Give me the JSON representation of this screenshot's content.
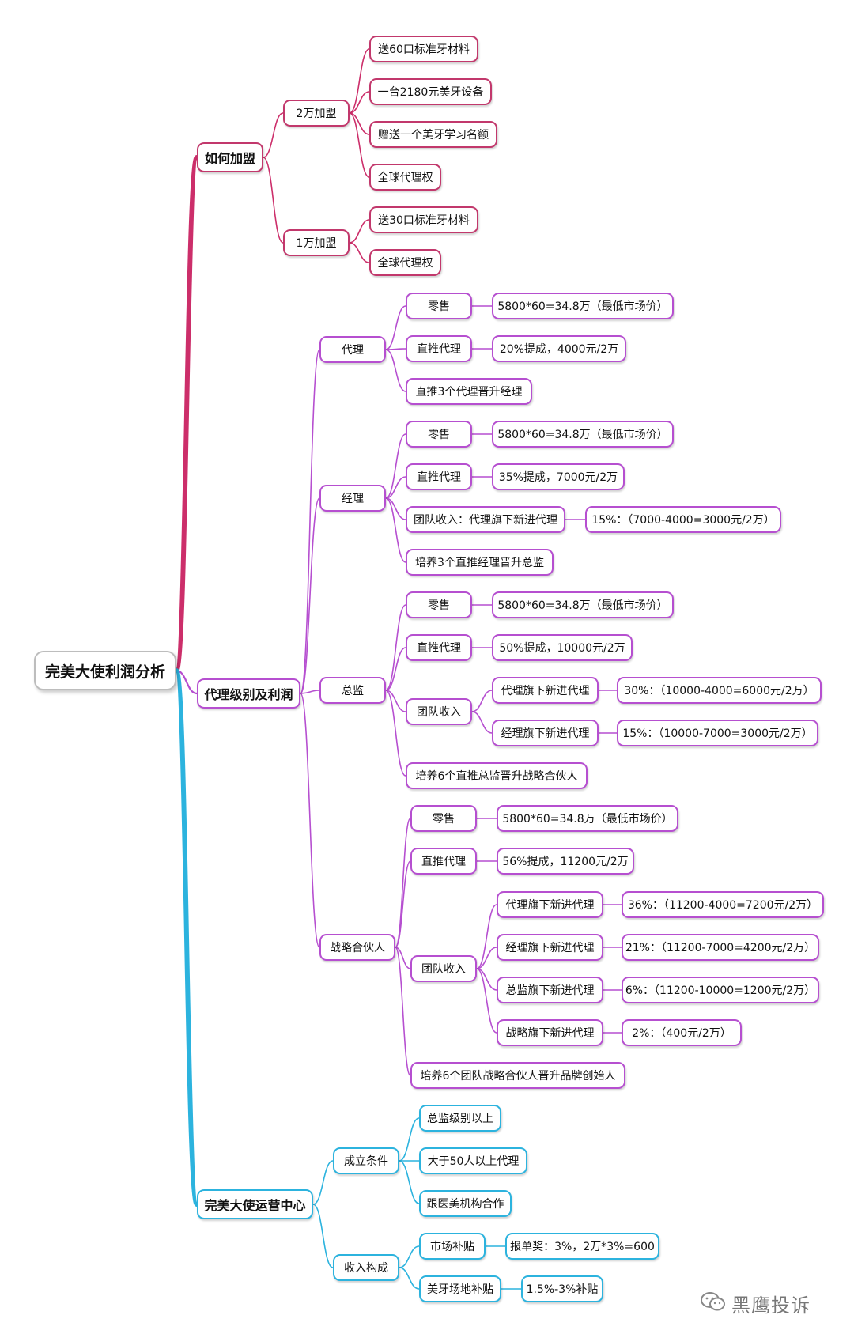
{
  "colors": {
    "pink": "#cc2e6a",
    "purple": "#b64fd0",
    "cyan": "#2cb3de",
    "root_border": "#bdbdbd"
  },
  "root": {
    "label": "完美大使利润分析"
  },
  "branch1": {
    "label": "如何加盟",
    "tier_20k": {
      "label": "2万加盟",
      "items": [
        "送60口标准牙材料",
        "一台2180元美牙设备",
        "赠送一个美牙学习名额",
        "全球代理权"
      ]
    },
    "tier_10k": {
      "label": "1万加盟",
      "items": [
        "送30口标准牙材料",
        "全球代理权"
      ]
    }
  },
  "branch2": {
    "label": "代理级别及利润",
    "agent": {
      "label": "代理",
      "retail": "零售",
      "retail_value": "5800*60=34.8万（最低市场价）",
      "direct": "直推代理",
      "direct_value": "20%提成，4000元/2万",
      "promote": "直推3个代理晋升经理"
    },
    "manager": {
      "label": "经理",
      "retail": "零售",
      "retail_value": "5800*60=34.8万（最低市场价）",
      "direct": "直推代理",
      "direct_value": "35%提成，7000元/2万",
      "team": "团队收入：代理旗下新进代理",
      "team_value": "15%：（7000-4000=3000元/2万）",
      "promote": "培养3个直推经理晋升总监"
    },
    "director": {
      "label": "总监",
      "retail": "零售",
      "retail_value": "5800*60=34.8万（最低市场价）",
      "direct": "直推代理",
      "direct_value": "50%提成，10000元/2万",
      "team": "团队收入",
      "team_items": [
        {
          "label": "代理旗下新进代理",
          "value": "30%：（10000-4000=6000元/2万）"
        },
        {
          "label": "经理旗下新进代理",
          "value": "15%：（10000-7000=3000元/2万）"
        }
      ],
      "promote": "培养6个直推总监晋升战略合伙人"
    },
    "partner": {
      "label": "战略合伙人",
      "retail": "零售",
      "retail_value": "5800*60=34.8万（最低市场价）",
      "direct": "直推代理",
      "direct_value": "56%提成，11200元/2万",
      "team": "团队收入",
      "team_items": [
        {
          "label": "代理旗下新进代理",
          "value": "36%：（11200-4000=7200元/2万）"
        },
        {
          "label": "经理旗下新进代理",
          "value": "21%：（11200-7000=4200元/2万）"
        },
        {
          "label": "总监旗下新进代理",
          "value": "6%：（11200-10000=1200元/2万）"
        },
        {
          "label": "战略旗下新进代理",
          "value": "2%：（400元/2万）"
        }
      ],
      "promote": "培养6个团队战略合伙人晋升品牌创始人"
    }
  },
  "branch3": {
    "label": "完美大使运营中心",
    "conditions": {
      "label": "成立条件",
      "items": [
        "总监级别以上",
        "大于50人以上代理",
        "跟医美机构合作"
      ]
    },
    "income": {
      "label": "收入构成",
      "items": [
        {
          "label": "市场补贴",
          "value": "报单奖：3%，2万*3%=600"
        },
        {
          "label": "美牙场地补贴",
          "value": "1.5%-3%补贴"
        }
      ]
    }
  },
  "watermark": {
    "text": "黑鹰投诉",
    "icon": "wechat-icon"
  }
}
